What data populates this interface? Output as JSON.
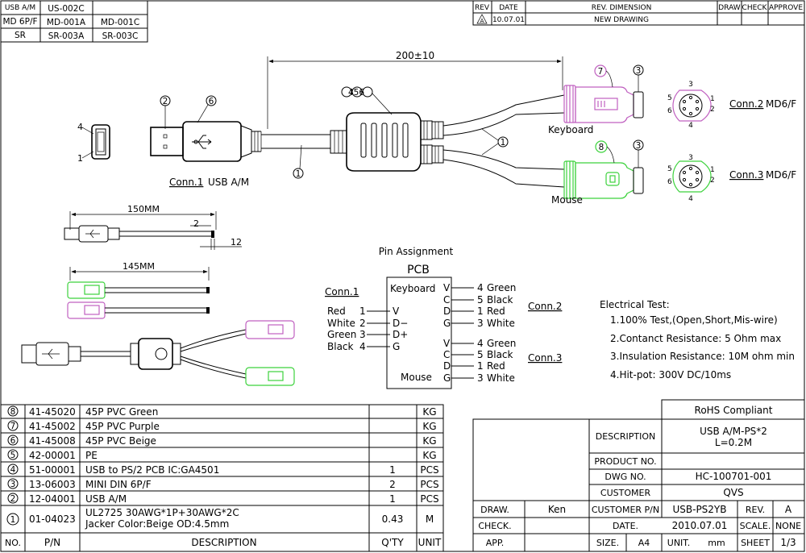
{
  "cross_ref": [
    [
      "USB A/M",
      "US-002C",
      ""
    ],
    [
      "MD 6P/F",
      "MD-001A",
      "MD-001C"
    ],
    [
      "SR",
      "SR-003A",
      "SR-003C"
    ]
  ],
  "revision": {
    "headers": [
      "REV",
      "DATE",
      "REV. DIMENSION",
      "DRAW",
      "CHECK",
      "APPROVE"
    ],
    "row": [
      "A",
      "10.07.01",
      "NEW DRAWING",
      "",
      "",
      ""
    ]
  },
  "drawing": {
    "dim_total": "200±10",
    "conn1_label": "Conn.1",
    "conn1_type": "USB A/M",
    "conn2_label": "Conn.2",
    "conn2_type": "MD6/F",
    "conn3_label": "Conn.3",
    "conn3_type": "MD6/F",
    "keyboard": "Keyboard",
    "mouse": "Mouse",
    "dim_150": "150MM",
    "dim_145": "145MM",
    "dim_2": "2",
    "dim_12": "12",
    "balloons": {
      "b1": "1",
      "b2": "2",
      "b3": "3",
      "b4": "4",
      "b6": "6",
      "b7": "7",
      "b8": "8",
      "b456": "456"
    },
    "usb_pins": [
      "4",
      "1"
    ],
    "din_pins": [
      "3",
      "1",
      "2",
      "4",
      "5",
      "6"
    ]
  },
  "pin_assignment": {
    "title": "Pin Assignment",
    "pcb": "PCB",
    "conn1": "Conn.1",
    "conn2": "Conn.2",
    "conn3": "Conn.3",
    "keyboard": "Keyboard",
    "mouse": "Mouse",
    "left": [
      {
        "color": "Red",
        "pin": "1",
        "sig": "V"
      },
      {
        "color": "White",
        "pin": "2",
        "sig": "D−"
      },
      {
        "color": "Green",
        "pin": "3",
        "sig": "D+"
      },
      {
        "color": "Black",
        "pin": "4",
        "sig": "G"
      }
    ],
    "kb": [
      {
        "sig": "V",
        "pin": "4",
        "color": "Green"
      },
      {
        "sig": "C",
        "pin": "5",
        "color": "Black"
      },
      {
        "sig": "D",
        "pin": "1",
        "color": "Red"
      },
      {
        "sig": "G",
        "pin": "3",
        "color": "White"
      }
    ],
    "ms": [
      {
        "sig": "V",
        "pin": "4",
        "color": "Green"
      },
      {
        "sig": "C",
        "pin": "5",
        "color": "Black"
      },
      {
        "sig": "D",
        "pin": "1",
        "color": "Red"
      },
      {
        "sig": "G",
        "pin": "3",
        "color": "White"
      }
    ]
  },
  "electrical_test": {
    "title": "Electrical Test:",
    "items": [
      "1.100% Test,(Open,Short,Mis-wire)",
      "2.Contanct Resistance: 5 Ohm max",
      "3.Insulation Resistance: 10M ohm min",
      "4.Hit-pot: 300V DC/10ms"
    ]
  },
  "bom": {
    "headers": [
      "NO.",
      "P/N",
      "DESCRIPTION",
      "Q'TY",
      "UNIT"
    ],
    "rows": [
      {
        "no": "8",
        "pn": "41-45020",
        "desc": "45P PVC Green",
        "qty": "",
        "unit": "KG"
      },
      {
        "no": "7",
        "pn": "41-45002",
        "desc": "45P PVC Purple",
        "qty": "",
        "unit": "KG"
      },
      {
        "no": "6",
        "pn": "41-45008",
        "desc": "45P PVC Beige",
        "qty": "",
        "unit": "KG"
      },
      {
        "no": "5",
        "pn": "42-00001",
        "desc": "PE",
        "qty": "",
        "unit": "KG"
      },
      {
        "no": "4",
        "pn": "51-00001",
        "desc": "USB to PS/2 PCB IC:GA4501",
        "qty": "1",
        "unit": "PCS"
      },
      {
        "no": "3",
        "pn": "13-06003",
        "desc": "MINI DIN 6P/F",
        "qty": "2",
        "unit": "PCS"
      },
      {
        "no": "2",
        "pn": "12-04001",
        "desc": "USB A/M",
        "qty": "1",
        "unit": "PCS"
      },
      {
        "no": "1",
        "pn": "01-04023",
        "desc": "UL2725 30AWG*1P+30AWG*2C",
        "desc2": "Jacker Color:Beige OD:4.5mm",
        "qty": "0.43",
        "unit": "M"
      }
    ]
  },
  "title_block": {
    "rohs": "RoHS Compliant",
    "description_label": "DESCRIPTION",
    "description_1": "USB A/M-PS*2",
    "description_2": "L=0.2M",
    "product_no_label": "PRODUCT NO.",
    "product_no": "",
    "dwg_no_label": "DWG NO.",
    "dwg_no": "HC-100701-001",
    "customer_label": "CUSTOMER",
    "customer": "QVS",
    "draw_label": "DRAW.",
    "draw": "Ken",
    "customer_pn_label": "CUSTOMER P/N",
    "customer_pn": "USB-PS2YB",
    "rev_label": "REV.",
    "rev": "A",
    "check_label": "CHECK.",
    "date_label": "DATE.",
    "date": "2010.07.01",
    "scale_label": "SCALE.",
    "scale": "NONE",
    "app_label": "APP.",
    "size_label": "SIZE.",
    "size": "A4",
    "unit_label": "UNIT.",
    "unit": "mm",
    "sheet_label": "SHEET",
    "sheet": "1/3"
  }
}
